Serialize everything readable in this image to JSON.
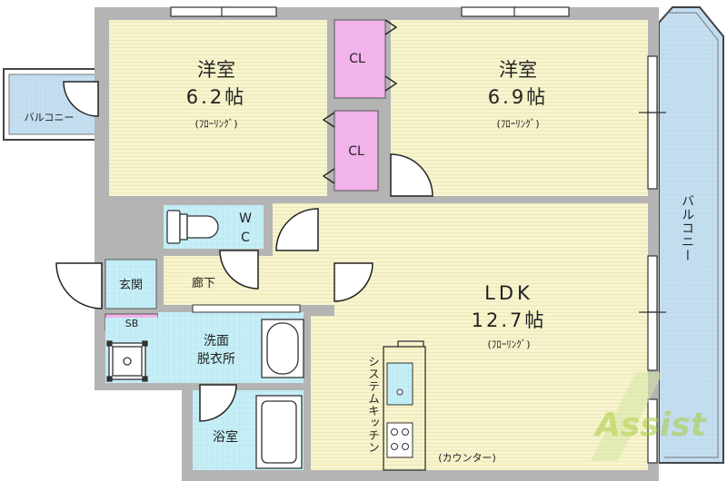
{
  "rooms": {
    "west_bedroom": {
      "name": "洋室",
      "size": "6.2帖",
      "floor": "(ﾌﾛｰﾘﾝｸﾞ)"
    },
    "east_bedroom": {
      "name": "洋室",
      "size": "6.9帖",
      "floor": "(ﾌﾛｰﾘﾝｸﾞ)"
    },
    "ldk": {
      "name": "LDK",
      "size": "12.7帖",
      "floor": "(ﾌﾛｰﾘﾝｸﾞ)"
    },
    "closet_top": "CL",
    "closet_bottom": "CL",
    "wc": {
      "line1": "W",
      "line2": "C"
    },
    "entrance": "玄関",
    "shoe_box": "SB",
    "hallway": "廊下",
    "washroom": {
      "line1": "洗面",
      "line2": "脱衣所"
    },
    "bathroom": "浴室",
    "balcony_small": "バルコニー",
    "balcony_large": "バルコニー",
    "kitchen": "システムキッチン",
    "counter": "(カウンター)"
  },
  "logo": {
    "text": "Assist"
  },
  "colors": {
    "wall": "#b4b4b4",
    "room_floor": "#f7f4cf",
    "closet": "#f2b2ea",
    "wet_area": "#c6eef6",
    "balcony": "#c5dff0",
    "logo_green": "#a8cc3c"
  }
}
